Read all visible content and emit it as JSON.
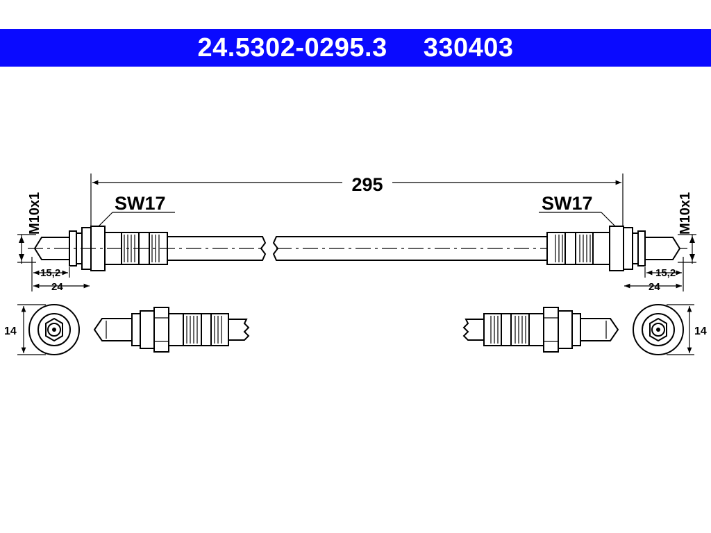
{
  "header": {
    "part_number": "24.5302-0295.3",
    "ref_number": "330403",
    "background_color": "#0a0aff"
  },
  "drawing": {
    "overall_length": "295",
    "left_wrench": "SW17",
    "right_wrench": "SW17",
    "left_thread": "M10x1",
    "right_thread": "M10x1",
    "left_dim_small": "15,2",
    "left_dim_large": "24",
    "right_dim_small": "15,2",
    "right_dim_large": "24",
    "left_diameter": "14",
    "right_diameter": "14"
  }
}
